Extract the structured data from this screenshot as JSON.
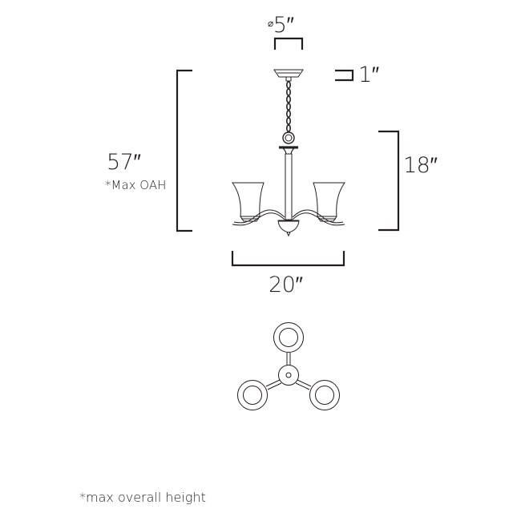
{
  "dimensions": {
    "canopy_diameter": {
      "symbol": "⌀",
      "value": "5″"
    },
    "canopy_height": {
      "value": "1″"
    },
    "overall_height": {
      "value": "57″",
      "note": "*Max OAH"
    },
    "body_height": {
      "value": "18″"
    },
    "width": {
      "value": "20″"
    }
  },
  "footnote": "*max overall height",
  "colors": {
    "line": "#231f20",
    "background": "#ffffff"
  }
}
